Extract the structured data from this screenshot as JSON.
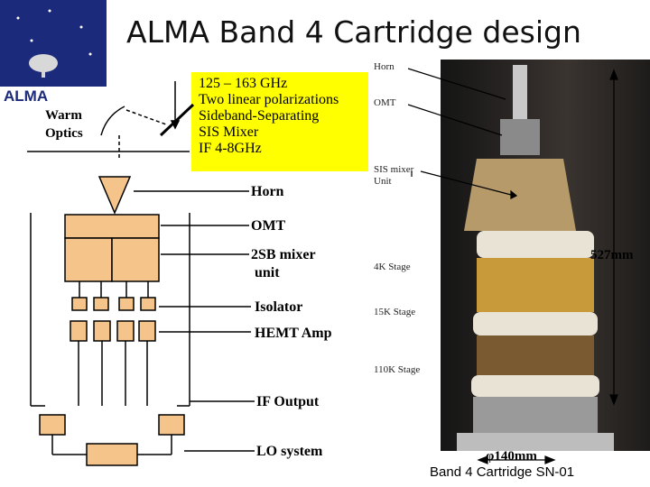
{
  "title": "ALMA Band 4 Cartridge design",
  "logo_text": "ALMA",
  "specs": [
    "125 – 163 GHz",
    "Two linear polarizations",
    "Sideband-Separating",
    "SIS Mixer",
    "IF 4-8GHz"
  ],
  "warm_optics": [
    "Warm",
    "Optics"
  ],
  "diagram_labels": {
    "horn": "Horn",
    "omt": "OMT",
    "mixer_line1": "2SB mixer",
    "mixer_line2": "unit",
    "isolator": "Isolator",
    "hemt": "HEMT Amp",
    "if_output": "IF Output",
    "lo_system": "LO system"
  },
  "photo_labels": {
    "horn": "Horn",
    "omt": "OMT",
    "sis_line1": "SIS mixer",
    "sis_line2": "Unit",
    "stage_4k": "4K Stage",
    "stage_15k": "15K Stage",
    "stage_110k": "110K Stage"
  },
  "height_dim": "527mm",
  "diameter_dim": "φ140mm",
  "caption": "Band 4 Cartridge SN-01",
  "colors": {
    "highlight": "#ffff00",
    "photo_bg": "#1e1c1a",
    "logo_bg": "#1b2a7a"
  }
}
